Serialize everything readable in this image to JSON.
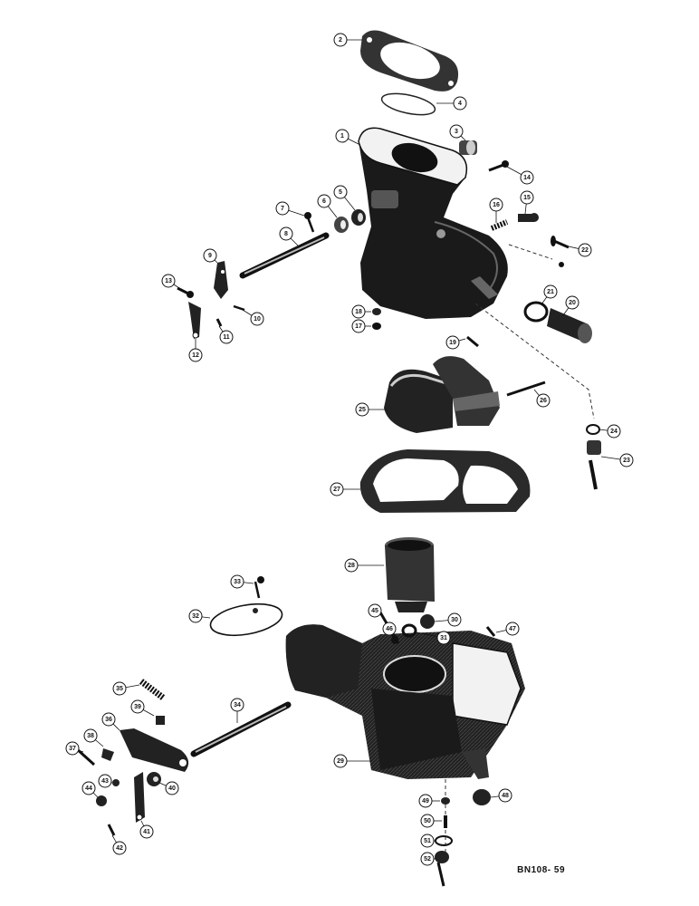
{
  "figure_ref": "BN108- 59",
  "part_numbers": [
    "1",
    "2",
    "3",
    "4",
    "5",
    "6",
    "7",
    "8",
    "9",
    "10",
    "11",
    "12",
    "13",
    "14",
    "15",
    "16",
    "17",
    "18",
    "19",
    "20",
    "21",
    "22",
    "23",
    "24",
    "25",
    "26",
    "27",
    "28",
    "29",
    "30",
    "31",
    "32",
    "33",
    "34",
    "35",
    "36",
    "37",
    "38",
    "39",
    "40",
    "41",
    "42",
    "43",
    "44",
    "45",
    "46",
    "47",
    "48",
    "49",
    "50",
    "51",
    "52"
  ]
}
